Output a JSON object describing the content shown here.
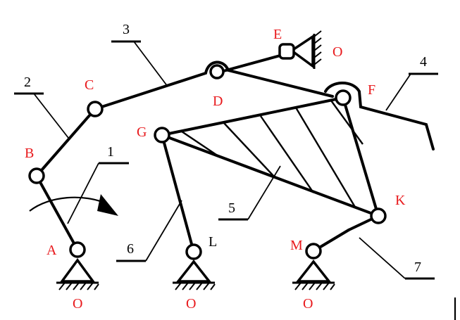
{
  "labels": {
    "A": "A",
    "B": "B",
    "C": "C",
    "D": "D",
    "E": "E",
    "F": "F",
    "G": "G",
    "K": "K",
    "L": "L",
    "M": "M",
    "O_A": "O",
    "O_L": "O",
    "O_M": "O",
    "O_E": "O"
  },
  "links": [
    "1",
    "2",
    "3",
    "4",
    "5",
    "6",
    "7"
  ],
  "colors": {
    "joint_label": "#e8191c",
    "ink": "#000000",
    "background": "#ffffff"
  }
}
